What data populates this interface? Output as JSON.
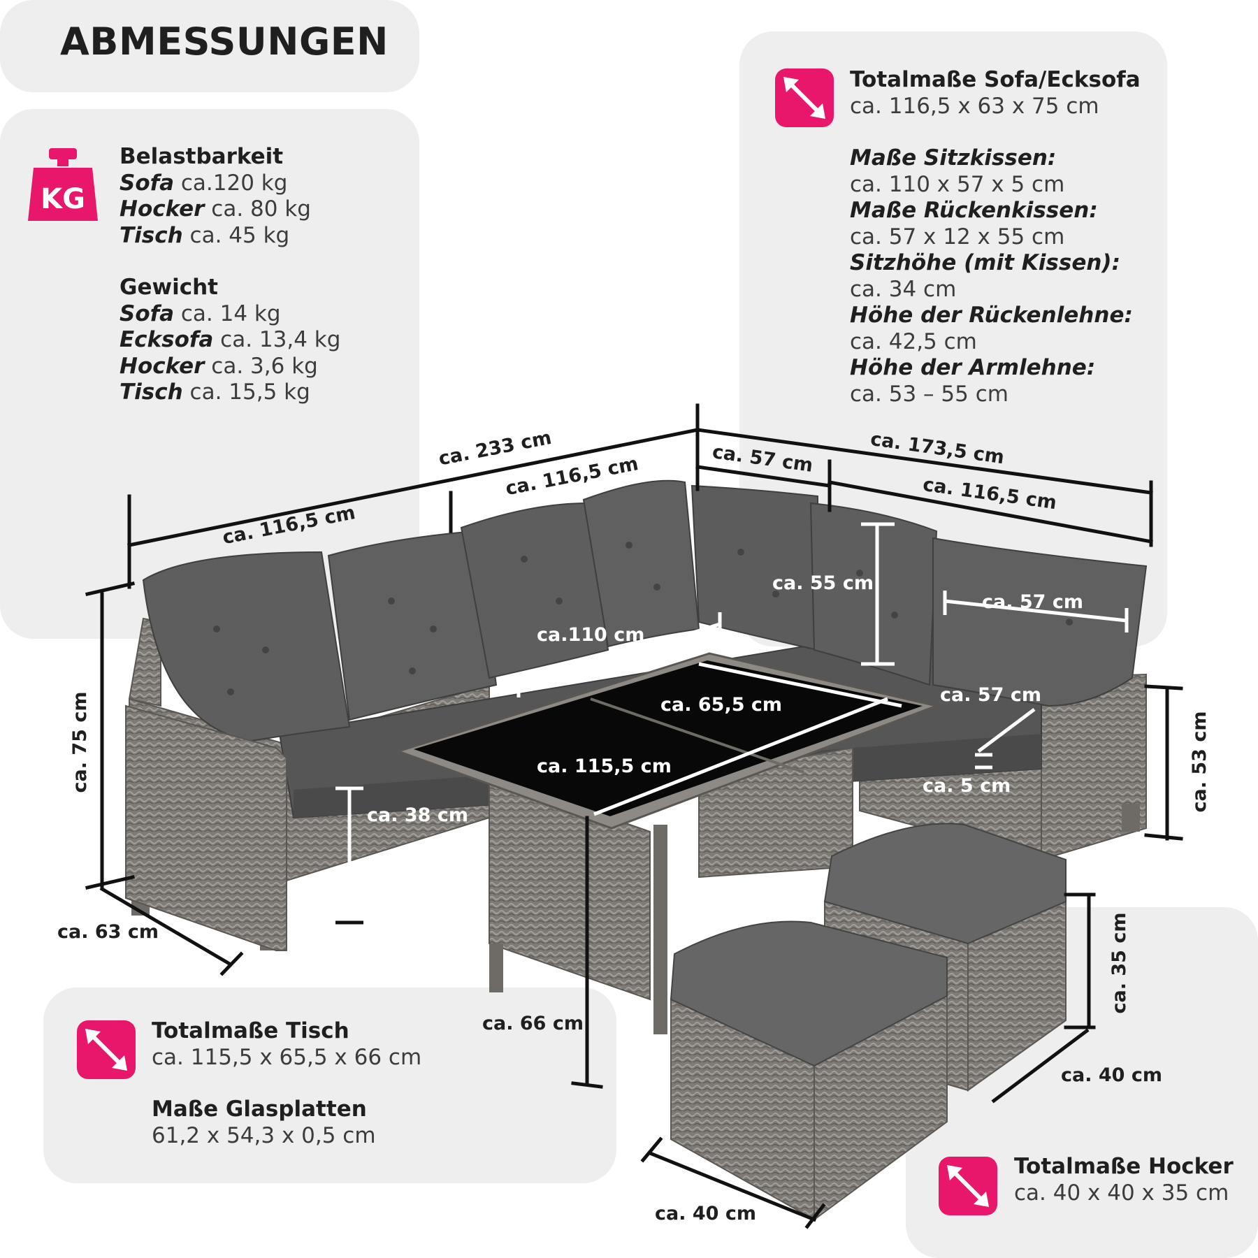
{
  "title": "ABMESSUNGEN",
  "icons": {
    "weight": "kg-weight-icon",
    "dimensions": "diagonal-arrow-icon"
  },
  "colors": {
    "accent": "#e8176c",
    "panel": "#eeeeee"
  },
  "weight_panel": {
    "icon_text": "KG",
    "capacity_heading": "Belastbarkeit",
    "capacity": [
      {
        "label": "Sofa",
        "value": " ca.120 kg"
      },
      {
        "label": "Hocker",
        "value": " ca. 80 kg"
      },
      {
        "label": "Tisch",
        "value": " ca. 45 kg"
      }
    ],
    "weight_heading": "Gewicht",
    "weights": [
      {
        "label": "Sofa",
        "value": " ca. 14 kg"
      },
      {
        "label": "Ecksofa",
        "value": " ca. 13,4 kg"
      },
      {
        "label": "Hocker",
        "value": " ca. 3,6 kg"
      },
      {
        "label": "Tisch",
        "value": " ca. 15,5 kg"
      }
    ]
  },
  "sofa_panel": {
    "heading": "Totalmaße Sofa/Ecksofa",
    "total": "ca. 116,5 x 63 x 75 cm",
    "specs": [
      {
        "label": "Maße Sitzkissen:",
        "value": "ca. 110 x 57 x 5 cm"
      },
      {
        "label": "Maße Rückenkissen:",
        "value": "ca. 57 x 12 x 55 cm"
      },
      {
        "label": "Sitzhöhe (mit Kissen):",
        "value": "ca. 34 cm"
      },
      {
        "label": "Höhe der Rückenlehne:",
        "value": "ca. 42,5 cm"
      },
      {
        "label": "Höhe der Armlehne:",
        "value": "ca. 53 – 55 cm"
      }
    ]
  },
  "table_panel": {
    "heading": "Totalmaße Tisch",
    "total": "ca. 115,5 x 65,5 x 66 cm",
    "glass_heading": "Maße Glasplatten",
    "glass": "61,2 x 54,3 x 0,5 cm"
  },
  "stool_panel": {
    "heading": "Totalmaße Hocker",
    "total": "ca. 40 x 40 x 35 cm"
  },
  "dimensions": {
    "d233": "ca. 233 cm",
    "d1165_left": "ca. 116,5 cm",
    "d1165_mid": "ca. 116,5 cm",
    "d57_top": "ca. 57 cm",
    "d1735": "ca. 173,5 cm",
    "d1165_right": "ca. 116,5 cm",
    "d55": "ca. 55 cm",
    "d57_cushion": "ca. 57 cm",
    "d110": "ca.110 cm",
    "d655": "ca. 65,5 cm",
    "d1155": "ca. 115,5 cm",
    "d57_seat": "ca. 57 cm",
    "d5": "ca. 5 cm",
    "d53": "ca. 53 cm",
    "d75": "ca. 75 cm",
    "d38": "ca. 38 cm",
    "d63": "ca. 63 cm",
    "d66": "ca. 66 cm",
    "d35": "ca. 35 cm",
    "d40_right": "ca. 40 cm",
    "d40_bottom": "ca. 40 cm"
  }
}
